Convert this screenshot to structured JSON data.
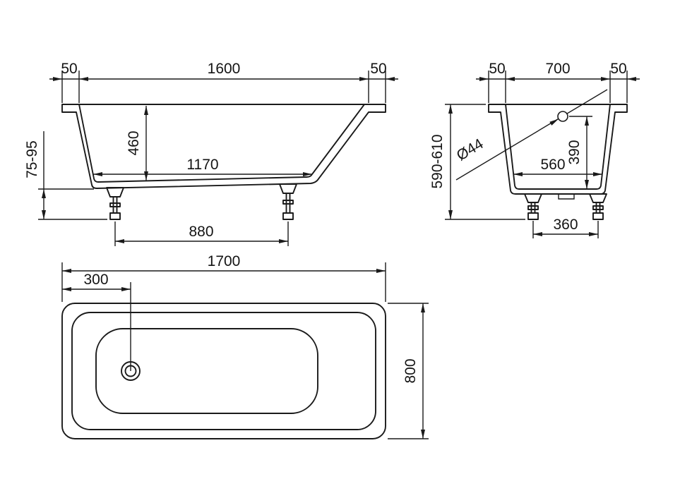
{
  "side": {
    "overhang_left": "50",
    "opening": "1600",
    "overhang_right": "50",
    "feet_height": "75-95",
    "depth": "460",
    "bottom_length": "1170",
    "feet_spacing": "880"
  },
  "end": {
    "overhang_left": "50",
    "opening": "700",
    "overhang_right": "50",
    "height": "590-610",
    "drain": "Ø44",
    "drain_height": "390",
    "bottom_width": "560",
    "feet_spacing": "360"
  },
  "plan": {
    "length": "1700",
    "drain_offset": "300",
    "width": "800"
  },
  "colors": {
    "line": "#1a1a1a",
    "background": "#ffffff"
  }
}
